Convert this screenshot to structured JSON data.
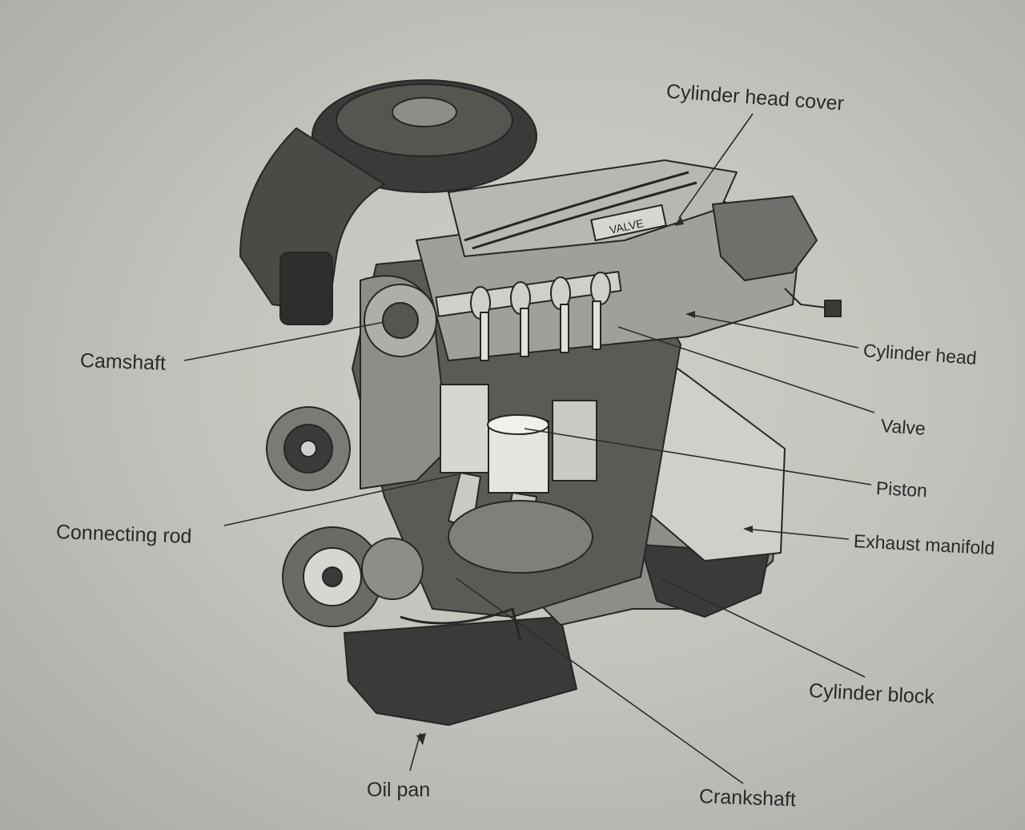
{
  "labels": {
    "cylinder_head_cover": "Cylinder head cover",
    "valve_stamp": "VALVE",
    "camshaft": "Camshaft",
    "cylinder_head": "Cylinder head",
    "valve": "Valve",
    "piston": "Piston",
    "connecting_rod": "Connecting rod",
    "exhaust_manifold": "Exhaust manifold",
    "cylinder_block": "Cylinder block",
    "oil_pan": "Oil pan",
    "crankshaft": "Crankshaft"
  },
  "colors": {
    "paper": "#c6c8c1",
    "ink": "#2a2a2a",
    "engine_dark": "#3a3a38",
    "engine_mid": "#8d8e88",
    "engine_light": "#cfd0ca"
  }
}
